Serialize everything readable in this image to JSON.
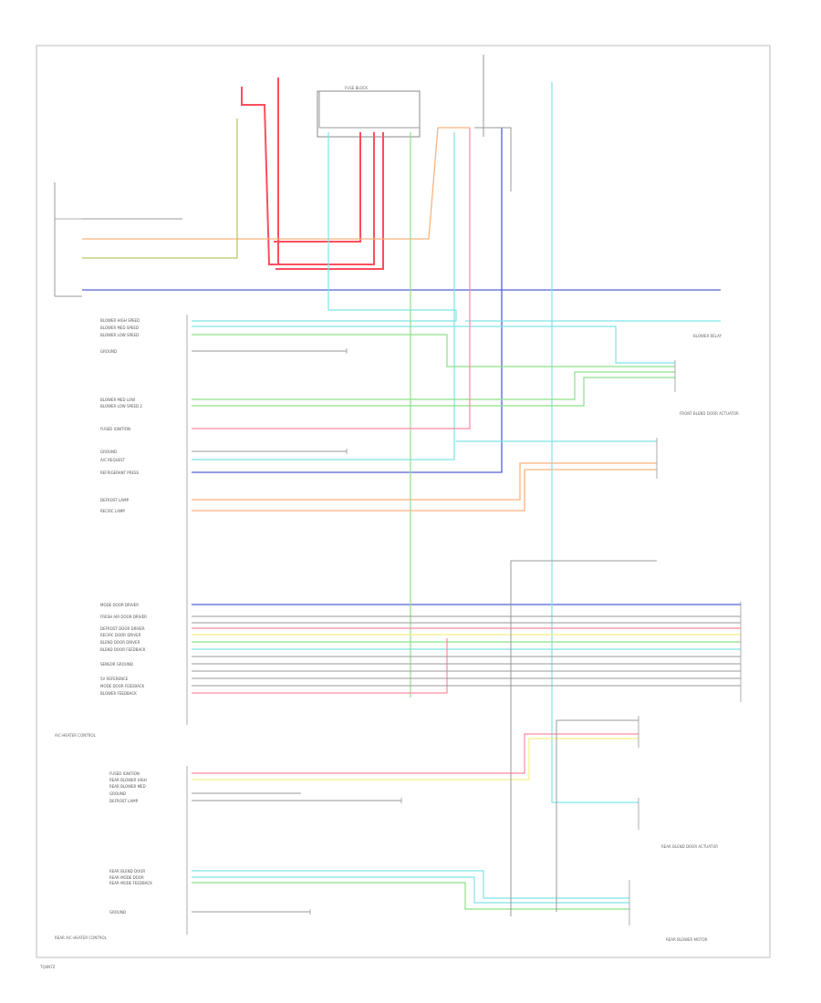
{
  "page": {
    "footer": "TQ4N7Z"
  },
  "modules": {
    "ac_heater": {
      "label": "A/C-HEATER CONTROL"
    },
    "rear_ac_heater": {
      "label": "REAR A/C-HEATER CONTROL"
    },
    "blower_relay": {
      "label": "BLOWER RELAY"
    },
    "fuse_block": {
      "label": "FUSE BLOCK"
    },
    "blend_door_front": {
      "label": "FRONT BLEND DOOR ACTUATOR"
    },
    "blend_door_rear": {
      "label": "REAR BLEND DOOR ACTUATOR"
    },
    "rear_blower_motor": {
      "label": "REAR BLOWER MOTOR"
    }
  },
  "left_pins": [
    "BLOWER HIGH SPEED",
    "BLOWER MED SPEED",
    "BLOWER LOW SPEED",
    "GROUND",
    "BLOWER MED LOW",
    "BLOWER LOW SPEED 2",
    "FUSED IGNITION",
    "GROUND",
    "A/C REQUEST",
    "REFRIGERANT PRESS",
    "DEFROST LAMP",
    "RECIRC LAMP",
    "MODE DOOR DRIVER",
    "FRESH AIR DOOR DRIVER",
    "DEFROST DOOR DRIVER",
    "RECIRC DOOR DRIVER",
    "BLEND DOOR DRIVER",
    "BLEND DOOR FEEDBACK",
    "SENSOR GROUND",
    "5V REFERENCE",
    "MODE DOOR FEEDBACK",
    "BLOWER FEEDBACK"
  ],
  "rear_pins": [
    "FUSED IGNITION",
    "REAR BLOWER HIGH",
    "REAR BLOWER MED",
    "GROUND",
    "DEFROST LAMP",
    "REAR BLEND DOOR",
    "REAR MODE DOOR",
    "REAR MODE FEEDBACK",
    "GROUND"
  ],
  "wire_colors": {
    "red": "#ff4d5e",
    "cyan": "#7fe3e8",
    "green": "#8ee08a",
    "blue": "#5560d8",
    "orange": "#ffb27a",
    "yellow": "#f3f08a",
    "olive": "#b6c86a",
    "pink": "#ff8aa0",
    "gray": "#999999"
  }
}
